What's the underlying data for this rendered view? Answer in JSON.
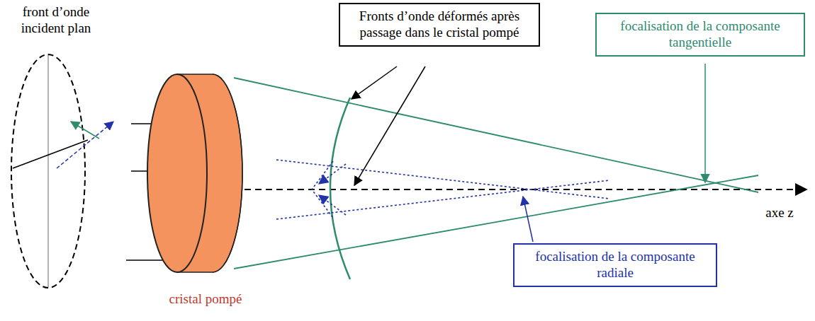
{
  "diagram": {
    "nodes": [
      {
        "text": [
          "Fronts d’onde déformés après passage dans le cristal pompé"
        ]
      },
      {
        "text": [
          "focalisation de la composante tangentielle"
        ]
      },
      {
        "text": [
          "focalisation de la composante radiale"
        ]
      }
    ],
    "labels": [
      "front d’onde incident plan",
      "cristal pompé",
      "axe z"
    ]
  }
}
